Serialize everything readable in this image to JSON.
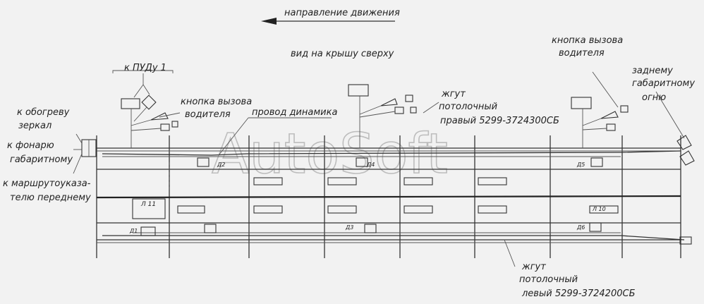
{
  "direction_label": "направление движения",
  "view_label": "вид на крышу сверху",
  "watermark": "AutoSoft",
  "labels": {
    "pudu": "к ПУДу 1",
    "mirror_heater_1": "к обогреву",
    "mirror_heater_2": "зеркал",
    "clearance_lamp_1": "к фонарю",
    "clearance_lamp_2": "габаритному",
    "route_ind_1": "к маршрутоуказа-",
    "route_ind_2": "телю переднему",
    "call_btn_left_1": "кнопка вызова",
    "call_btn_left_2": "водителя",
    "speaker_wire": "провод динамика",
    "harness_right_1": "жгут",
    "harness_right_2": "потолочный",
    "harness_right_3": "правый 5299-3724300СБ",
    "call_btn_right_1": "кнопка вызова",
    "call_btn_right_2": "водителя",
    "rear_lamp_1": "заднему",
    "rear_lamp_2": "габаритному",
    "rear_lamp_3": "огню",
    "harness_left_1": "жгут",
    "harness_left_2": "потолочный",
    "harness_left_3": "левый 5299-3724200СБ"
  },
  "component_tags": {
    "l11": "Л 11",
    "d1": "Д1",
    "d2": "Д2",
    "d3": "Д3",
    "d4": "Д4",
    "d5": "Д5",
    "d6": "Д6",
    "l10": "Л 10"
  },
  "colors": {
    "line": "#333333",
    "watermark": "#bdbdbd",
    "background": "#f2f2f2"
  }
}
